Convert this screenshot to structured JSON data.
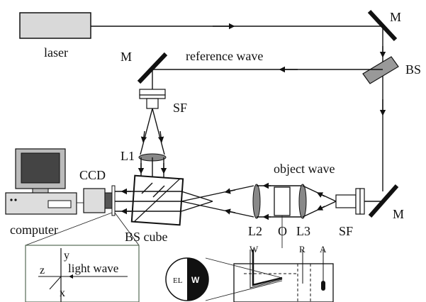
{
  "labels": {
    "laser": "laser",
    "mirror_top_right": "M",
    "beam_splitter": "BS",
    "reference_wave": "reference wave",
    "mirror_top_left": "M",
    "spatial_filter_top": "SF",
    "lens_l1": "L1",
    "ccd": "CCD",
    "object_wave": "object wave",
    "computer": "computer",
    "bs_cube": "BS cube",
    "lens_l2": "L2",
    "object": "O",
    "lens_l3": "L3",
    "spatial_filter_bottom": "SF",
    "mirror_bottom_right": "M",
    "inset_axis_y": "y",
    "inset_axis_z": "z",
    "inset_axis_x": "x",
    "inset_light_wave": "light wave",
    "cell_w": "W",
    "cell_r": "R",
    "cell_a": "A",
    "electrode_el": "EL",
    "electrode_w": "W"
  }
}
